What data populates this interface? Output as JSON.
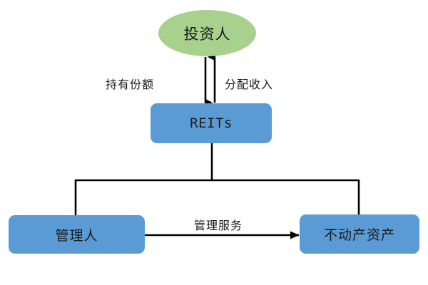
{
  "diagram": {
    "title": "REITs structure diagram",
    "colors": {
      "investor_fill": "#a9d18e",
      "entity_fill": "#5b9bd5",
      "line": "#000000",
      "text": "#1a1a1a",
      "background": "#ffffff"
    },
    "nodes": {
      "investor": {
        "label": "投资人",
        "shape": "ellipse"
      },
      "reits": {
        "label": "REITs",
        "shape": "rounded-rect"
      },
      "manager": {
        "label": "管理人",
        "shape": "rounded-rect"
      },
      "property": {
        "label": "不动产资产",
        "shape": "rounded-rect"
      }
    },
    "edge_labels": {
      "hold_shares": "持有份额",
      "distribute_income": "分配收入",
      "management_service": "管理服务"
    }
  }
}
